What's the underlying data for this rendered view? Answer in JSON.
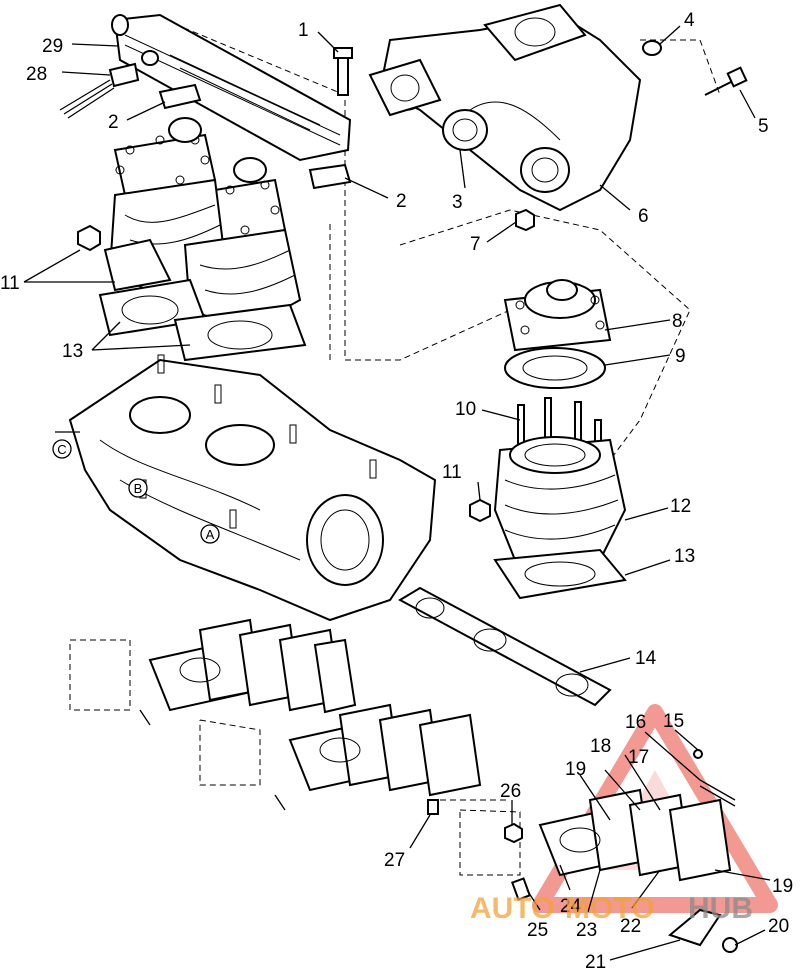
{
  "callouts": {
    "c1": "1",
    "c2a": "2",
    "c2b": "2",
    "c3": "3",
    "c4": "4",
    "c5": "5",
    "c6": "6",
    "c7": "7",
    "c8": "8",
    "c9": "9",
    "c10": "10",
    "c11a": "11",
    "c11b": "11",
    "c12": "12",
    "c13a": "13",
    "c13b": "13",
    "c14": "14",
    "c15": "15",
    "c16": "16",
    "c17": "17",
    "c18": "18",
    "c19a": "19",
    "c19b": "19",
    "c20": "20",
    "c21": "21",
    "c22": "22",
    "c23": "23",
    "c24": "24",
    "c25": "25",
    "c26": "26",
    "c27": "27",
    "c28": "28",
    "c29": "29"
  },
  "letters": {
    "A": "A",
    "B": "B",
    "C": "C"
  },
  "watermark": {
    "left": "AUTO",
    "mid": "MOTO",
    "right": "HUB"
  },
  "colors": {
    "watermark_red": "#e8463a",
    "watermark_orange": "#f4a23a",
    "watermark_gray": "#8a8a8a"
  }
}
